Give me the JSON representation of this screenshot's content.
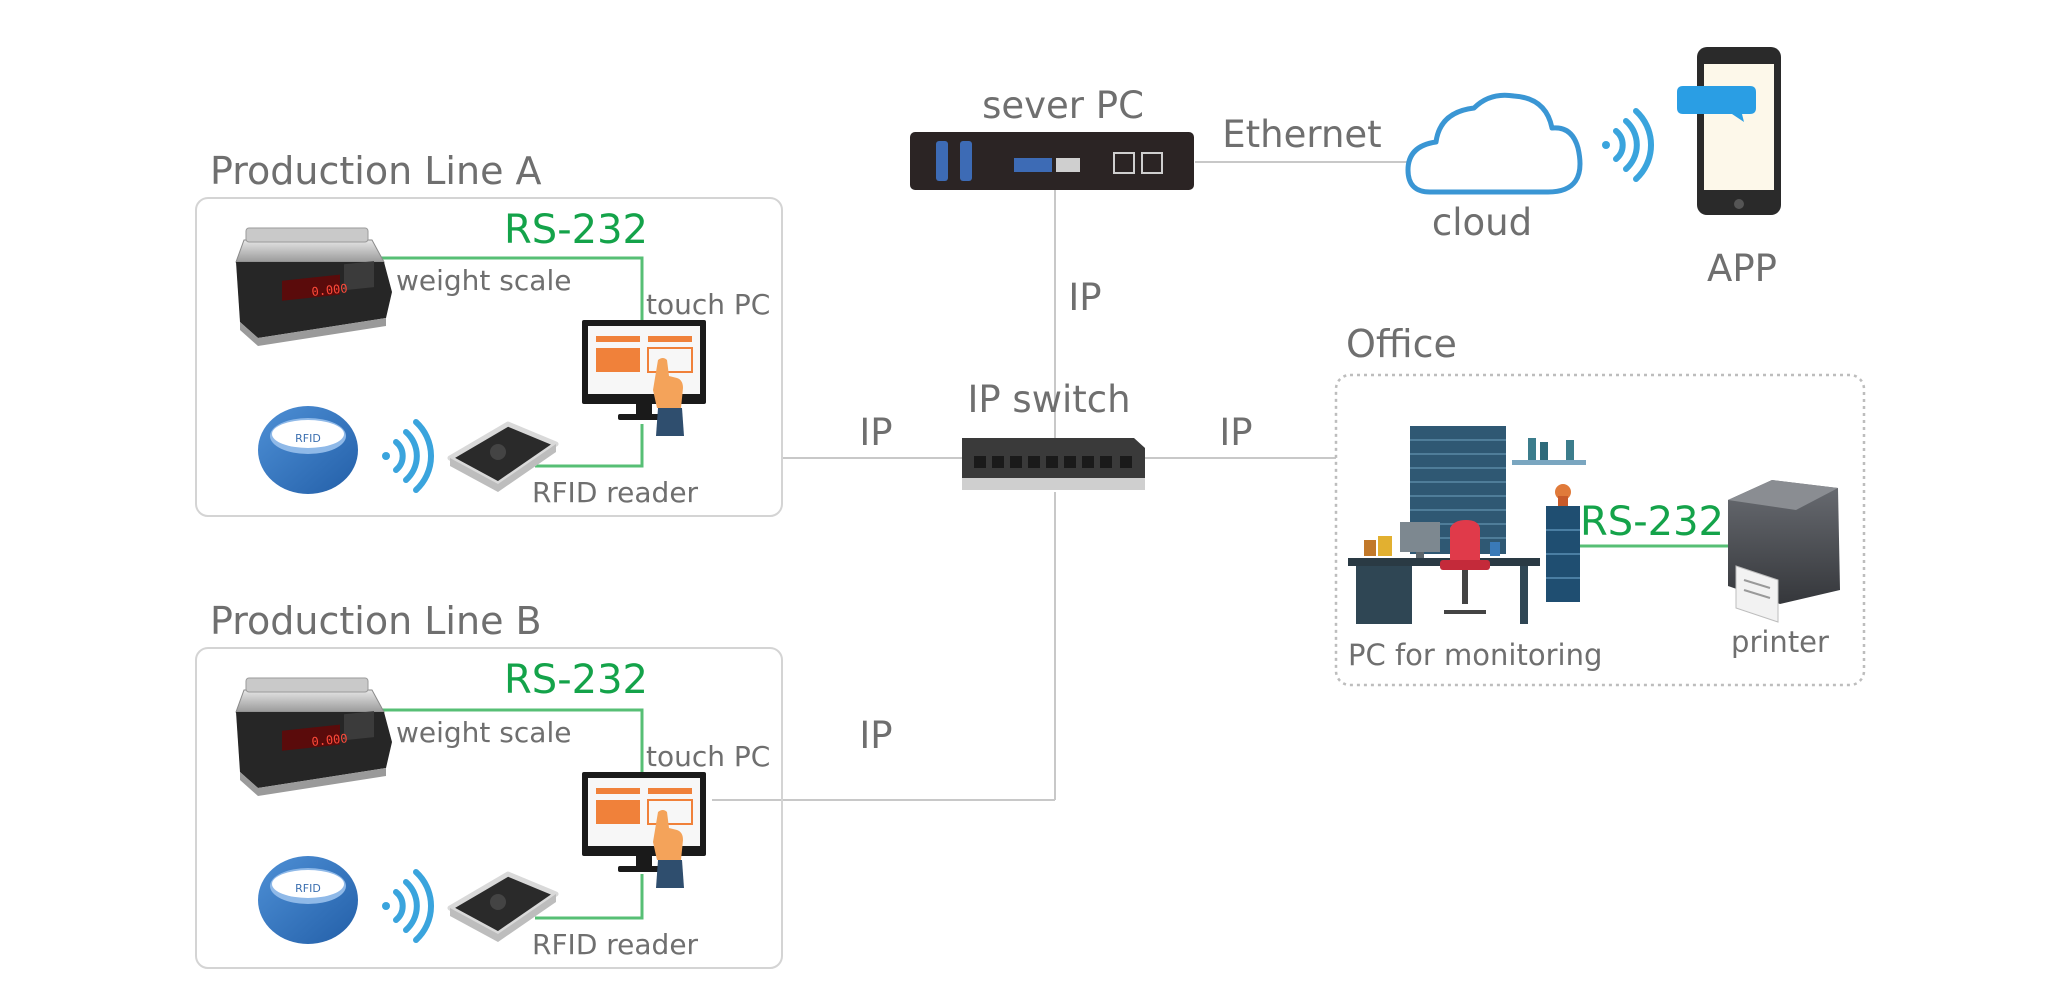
{
  "server": {
    "title": "sever PC"
  },
  "links": {
    "ethernet": "Ethernet",
    "ip_server": "IP",
    "ip_line_a": "IP",
    "ip_office": "IP",
    "ip_line_b": "IP"
  },
  "cloud": {
    "label": "cloud"
  },
  "app": {
    "label": "APP"
  },
  "switch": {
    "label": "IP switch"
  },
  "line_a": {
    "title": "Production Line A",
    "rs232": "RS-232",
    "scale_label": "weight scale",
    "touch_pc_label": "touch PC",
    "rfid_label": "RFID reader",
    "wristband_text": "RFID",
    "scale_display": "0.000"
  },
  "line_b": {
    "title": "Production Line B",
    "rs232": "RS-232",
    "scale_label": "weight scale",
    "touch_pc_label": "touch PC",
    "rfid_label": "RFID reader",
    "wristband_text": "RFID",
    "scale_display": "0.000"
  },
  "office": {
    "title": "Office",
    "rs232": "RS-232",
    "pc_label": "PC for monitoring",
    "printer_label": "printer"
  },
  "colors": {
    "rs232_green": "#14a34a",
    "serial_line": "#57bf75",
    "network_line": "#c8c8c8",
    "wireless_blue": "#3aa4dd",
    "touch_orange": "#f0813a"
  }
}
